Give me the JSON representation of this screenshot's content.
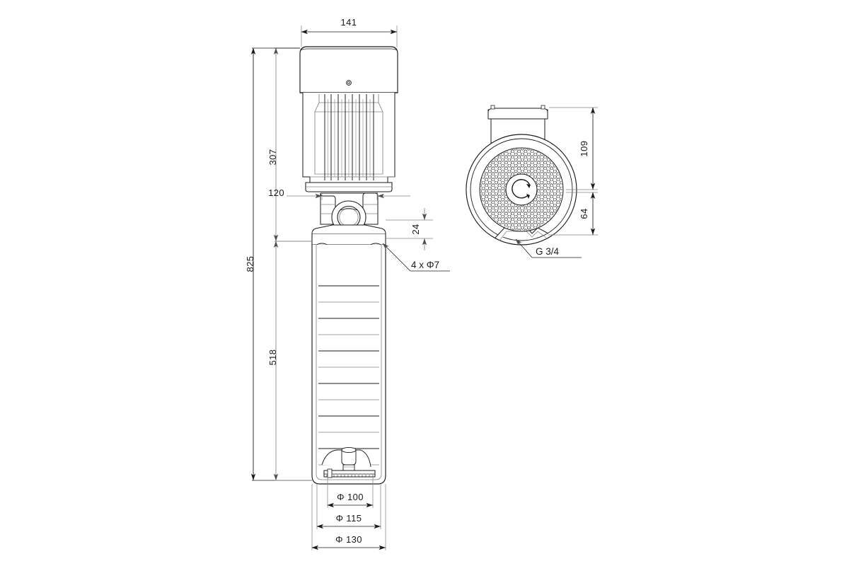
{
  "drawing": {
    "type": "engineering-dimensional-drawing",
    "subject": "vertical multistage centrifugal pump",
    "units": "mm",
    "background_color": "#ffffff",
    "line_color": "#1a1a1a",
    "thin_line_color": "#808080"
  },
  "views": {
    "front": {
      "name": "front-elevation-view",
      "components": [
        "motor-terminal-box",
        "motor-cooling-fins",
        "motor-flange",
        "coupling-guard",
        "pump-head",
        "mounting-holes",
        "chamber-stack-sleeve",
        "base-suction-interconnector"
      ],
      "chamber_stage_count": 12
    },
    "top": {
      "name": "top-view",
      "components": [
        "motor-fan-cover-perforated",
        "terminal-box-top",
        "pump-head-outline",
        "suction-discharge-port"
      ]
    }
  },
  "dimensions": {
    "motor_width": "141",
    "motor_height": "307",
    "overall_height": "825",
    "chamber_height": "518",
    "head_width": "120",
    "head_offset": "24",
    "fan_cover_height": "109",
    "port_centre_height": "64",
    "bolt_circle_inner": "Φ  100",
    "bolt_circle_mid": "Φ  115",
    "flange_outer": "Φ  130"
  },
  "annotations": {
    "mounting_holes": "4 x Φ7",
    "port_thread": "G 3/4"
  }
}
